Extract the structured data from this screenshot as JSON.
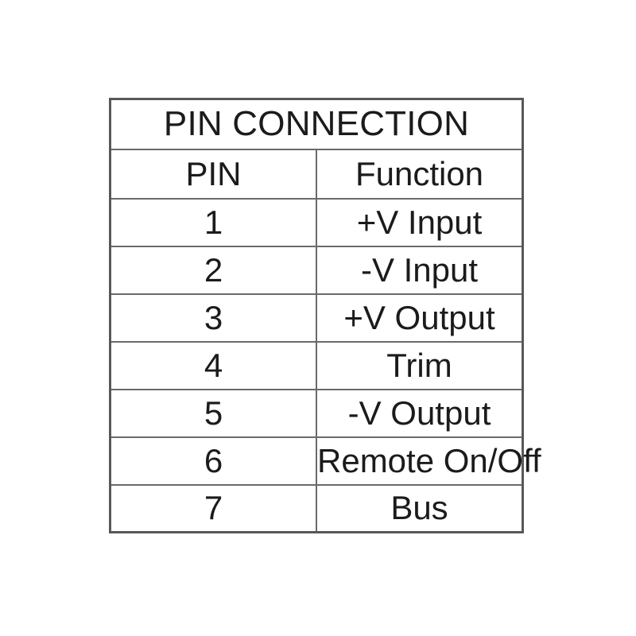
{
  "document": {
    "background_color": "#ffffff",
    "border_color": "#5a5a5a",
    "text_color": "#1b1b1b"
  },
  "table": {
    "title": "PIN CONNECTION",
    "columns": [
      {
        "key": "pin",
        "header": "PIN"
      },
      {
        "key": "function",
        "header": "Function"
      }
    ],
    "rows": [
      {
        "pin": "1",
        "function": "+V Input"
      },
      {
        "pin": "2",
        "function": "-V Input"
      },
      {
        "pin": "3",
        "function": "+V Output"
      },
      {
        "pin": "4",
        "function": "Trim"
      },
      {
        "pin": "5",
        "function": "-V Output"
      },
      {
        "pin": "6",
        "function": "Remote On/Off"
      },
      {
        "pin": "7",
        "function": "Bus"
      }
    ]
  }
}
